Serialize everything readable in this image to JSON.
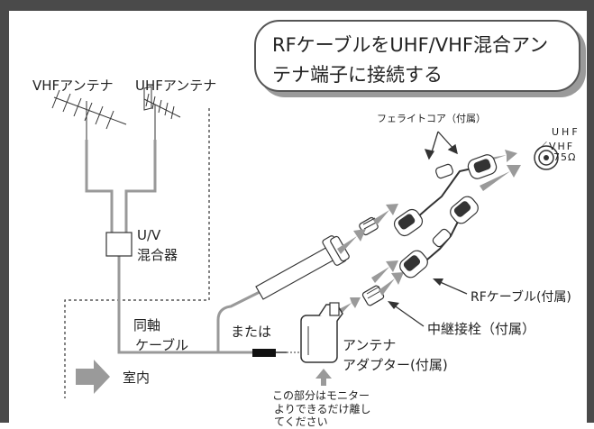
{
  "title": {
    "line1": "RFケーブルをUHF/VHF混合アン",
    "line2": "テナ端子に接続する"
  },
  "labels": {
    "vhf_antenna": "VHFアンテナ",
    "uhf_antenna": "UHFアンテナ",
    "uv_mixer_line1": "U/V",
    "uv_mixer_line2": "混合器",
    "coax_line1": "同軸",
    "coax_line2": "ケーブル",
    "indoor": "室内",
    "or": "または",
    "ferrite_core": "フェライトコア（付属）",
    "terminal_uhf": "UHF",
    "terminal_vhf": "／VHF",
    "terminal_ohm": "75Ω",
    "rf_cable": "RFケーブル(付属)",
    "relay_plug": "中継接栓（付属）",
    "adapter_line1": "アンテナ",
    "adapter_line2": "アダプター(付属)",
    "note_line1": "この部分はモニター",
    "note_line2": "よりできるだけ離し",
    "note_line3": "てください"
  },
  "colors": {
    "frame": "#4a4a4a",
    "arrow": "#9a9a9a",
    "line": "#999999",
    "ink": "#222222"
  }
}
